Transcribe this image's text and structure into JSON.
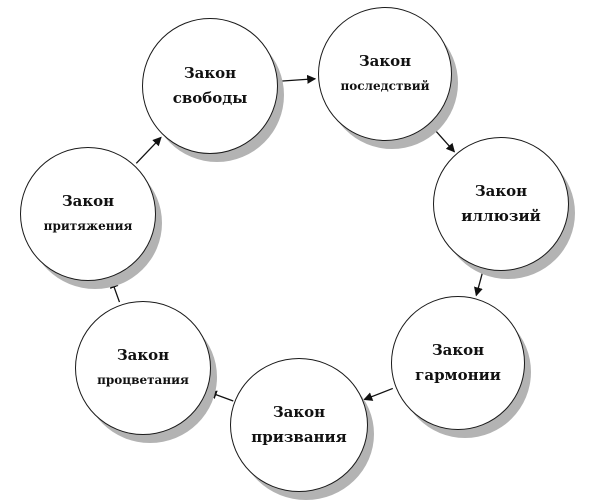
{
  "nodes": [
    {
      "id": "freedom",
      "line1": "Закон",
      "line2": "свободы"
    },
    {
      "id": "consequences",
      "line1": "Закон",
      "line2": "последствий"
    },
    {
      "id": "illusions",
      "line1": "Закон",
      "line2": "иллюзий"
    },
    {
      "id": "harmony",
      "line1": "Закон",
      "line2": "гармонии"
    },
    {
      "id": "calling",
      "line1": "Закон",
      "line2": "призвания"
    },
    {
      "id": "prosperity",
      "line1": "Закон",
      "line2": "процветания"
    },
    {
      "id": "attraction",
      "line1": "Закон",
      "line2": "притяжения"
    }
  ],
  "edges": [
    {
      "from": "freedom",
      "to": "consequences"
    },
    {
      "from": "consequences",
      "to": "illusions"
    },
    {
      "from": "illusions",
      "to": "harmony"
    },
    {
      "from": "harmony",
      "to": "calling"
    },
    {
      "from": "calling",
      "to": "prosperity"
    },
    {
      "from": "prosperity",
      "to": "attraction"
    },
    {
      "from": "attraction",
      "to": "freedom"
    }
  ]
}
